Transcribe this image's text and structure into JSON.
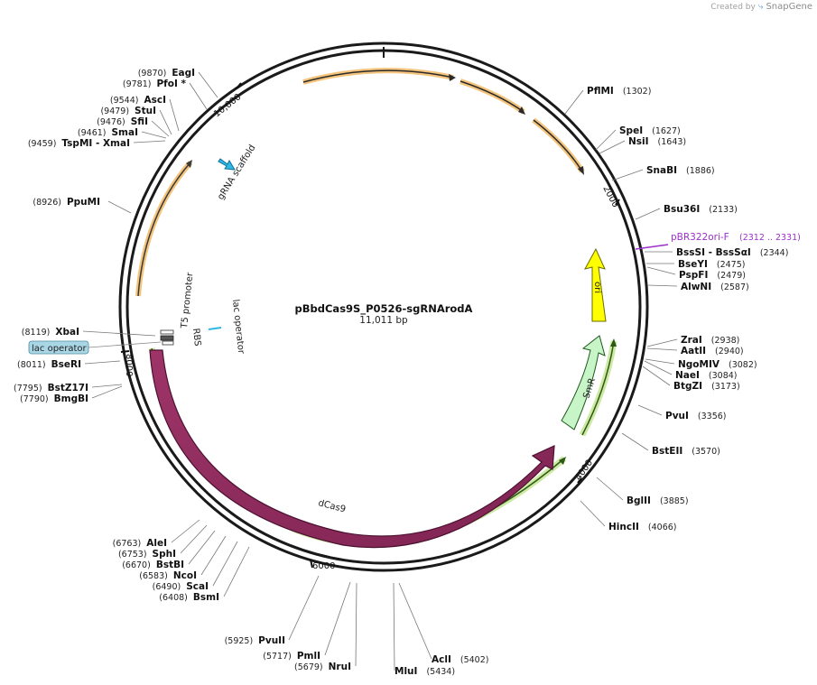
{
  "app": {
    "created_by": "Created by",
    "brand": "SnapGene"
  },
  "plasmid": {
    "name": "pBbdCas9S_P0526-sgRNArodA",
    "length_label": "11,011 bp"
  },
  "ticks": [
    {
      "label": "2000"
    },
    {
      "label": "4000"
    },
    {
      "label": "6000"
    },
    {
      "label": "8000"
    },
    {
      "label": "10,000"
    }
  ],
  "features": [
    {
      "name": "ori",
      "color": "#ffff00",
      "type": "arrow"
    },
    {
      "name": "SmR",
      "color": "#c8f5c8",
      "type": "arrow"
    },
    {
      "name": "dCas9",
      "color": "#8b2a5c",
      "type": "arrow"
    },
    {
      "name": "T5 promoter",
      "type": "small"
    },
    {
      "name": "RBS",
      "type": "small"
    },
    {
      "name": "lac operator",
      "type": "small"
    },
    {
      "name": "lac operator",
      "type": "boxed",
      "color": "#a9d6e5"
    },
    {
      "name": "gRNA scaffold",
      "color": "#2db8e6",
      "type": "arrow"
    }
  ],
  "primer": {
    "name": "pBR322ori-F",
    "range": "(2312 .. 2331)",
    "color": "#9b30c9"
  },
  "sites": [
    {
      "name": "EagI",
      "pos": "(9870)"
    },
    {
      "name": "PfoI *",
      "pos": "(9781)"
    },
    {
      "name": "AscI",
      "pos": "(9544)"
    },
    {
      "name": "StuI",
      "pos": "(9479)"
    },
    {
      "name": "SfiI",
      "pos": "(9476)"
    },
    {
      "name": "SmaI",
      "pos": "(9461)"
    },
    {
      "name": "TspMI  - XmaI",
      "pos": "(9459)"
    },
    {
      "name": "PpuMI",
      "pos": "(8926)"
    },
    {
      "name": "XbaI",
      "pos": "(8119)"
    },
    {
      "name": "BseRI",
      "pos": "(8011)"
    },
    {
      "name": "BstZ17I",
      "pos": "(7795)"
    },
    {
      "name": "BmgBI",
      "pos": "(7790)"
    },
    {
      "name": "AleI",
      "pos": "(6763)"
    },
    {
      "name": "SphI",
      "pos": "(6753)"
    },
    {
      "name": "BstBI",
      "pos": "(6670)"
    },
    {
      "name": "NcoI",
      "pos": "(6583)"
    },
    {
      "name": "ScaI",
      "pos": "(6490)"
    },
    {
      "name": "BsmI",
      "pos": "(6408)"
    },
    {
      "name": "PvuII",
      "pos": "(5925)"
    },
    {
      "name": "PmlI",
      "pos": "(5717)"
    },
    {
      "name": "NruI",
      "pos": "(5679)"
    },
    {
      "name": "MluI",
      "pos": "(5434)"
    },
    {
      "name": "AclI",
      "pos": "(5402)"
    },
    {
      "name": "PflMI",
      "pos": "(1302)"
    },
    {
      "name": "SpeI",
      "pos": "(1627)"
    },
    {
      "name": "NsiI",
      "pos": "(1643)"
    },
    {
      "name": "SnaBI",
      "pos": "(1886)"
    },
    {
      "name": "Bsu36I",
      "pos": "(2133)"
    },
    {
      "name": "BssSI  - BssSαI",
      "pos": "(2344)"
    },
    {
      "name": "BseYI",
      "pos": "(2475)"
    },
    {
      "name": "PspFI",
      "pos": "(2479)"
    },
    {
      "name": "AlwNI",
      "pos": "(2587)"
    },
    {
      "name": "ZraI",
      "pos": "(2938)"
    },
    {
      "name": "AatII",
      "pos": "(2940)"
    },
    {
      "name": "NgoMIV",
      "pos": "(3082)"
    },
    {
      "name": "NaeI",
      "pos": "(3084)"
    },
    {
      "name": "BtgZI",
      "pos": "(3173)"
    },
    {
      "name": "PvuI",
      "pos": "(3356)"
    },
    {
      "name": "BstEII",
      "pos": "(3570)"
    },
    {
      "name": "BglII",
      "pos": "(3885)"
    },
    {
      "name": "HincII",
      "pos": "(4066)"
    }
  ]
}
